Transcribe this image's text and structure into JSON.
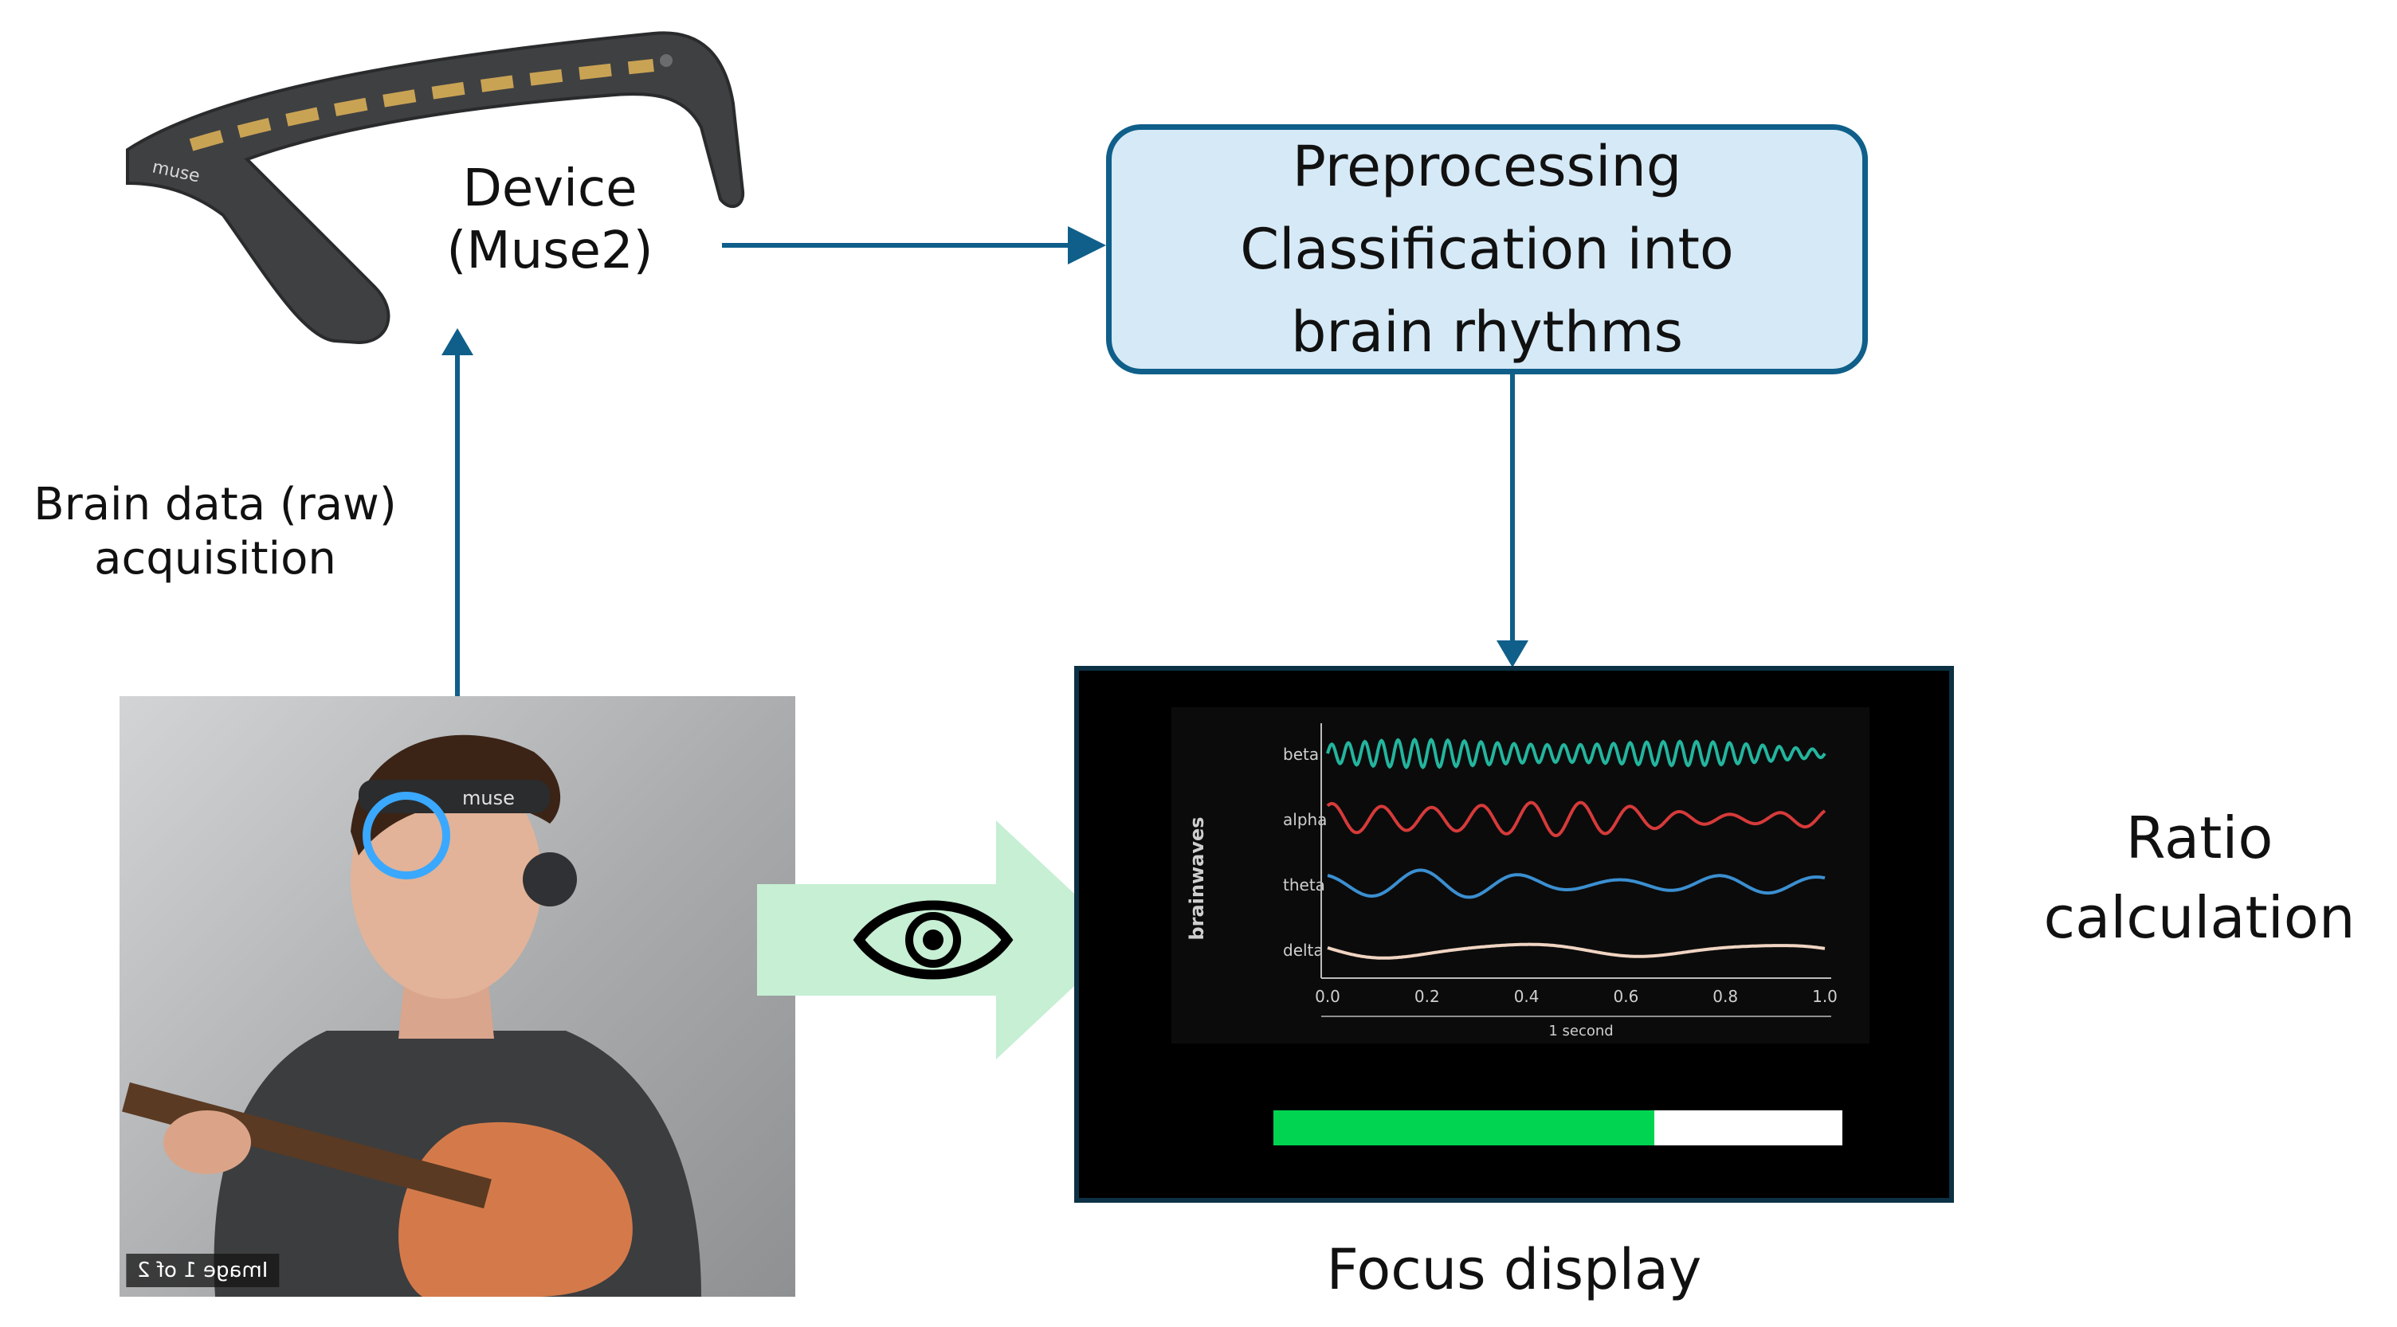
{
  "device": {
    "label_lines": [
      "Device",
      "(Muse2)"
    ],
    "headband_brand": "muse"
  },
  "acquisition": {
    "label_lines": [
      "Brain data (raw)",
      "acquisition"
    ]
  },
  "processing": {
    "label_lines": [
      "Preprocessing",
      "Classification into",
      "brain rhythms"
    ]
  },
  "ratio": {
    "label_lines": [
      "Ratio",
      "calculation"
    ]
  },
  "focus": {
    "label": "Focus display",
    "level": 0.67
  },
  "photo": {
    "caption": "Image 1 of 2",
    "headband_text": "muse"
  },
  "icons": {
    "viewing": "eye-icon"
  },
  "colors": {
    "arrow": "#0f5f8a",
    "box_fill": "#d6e9f6",
    "box_border": "#0f5f8a",
    "green_arrow": "#c6efd4",
    "progress_fill": "#00d451",
    "beta": "#23b59e",
    "alpha": "#d63a3a",
    "theta": "#3b8fd0",
    "delta": "#f0d4c2"
  },
  "chart_data": {
    "type": "line",
    "ylabel": "brainwaves",
    "xlabel": "1 second",
    "xlim": [
      0,
      1.0
    ],
    "x_ticks": [
      "0.0",
      "0.2",
      "0.4",
      "0.6",
      "0.8",
      "1.0"
    ],
    "series": [
      {
        "name": "beta",
        "color": "#23b59e",
        "cycles": 30,
        "amplitude": 0.55
      },
      {
        "name": "alpha",
        "color": "#d63a3a",
        "cycles": 10,
        "amplitude": 0.7
      },
      {
        "name": "theta",
        "color": "#3b8fd0",
        "cycles": 5,
        "amplitude": 0.55
      },
      {
        "name": "delta",
        "color": "#f0d4c2",
        "cycles": 2,
        "amplitude": 0.45
      }
    ]
  }
}
